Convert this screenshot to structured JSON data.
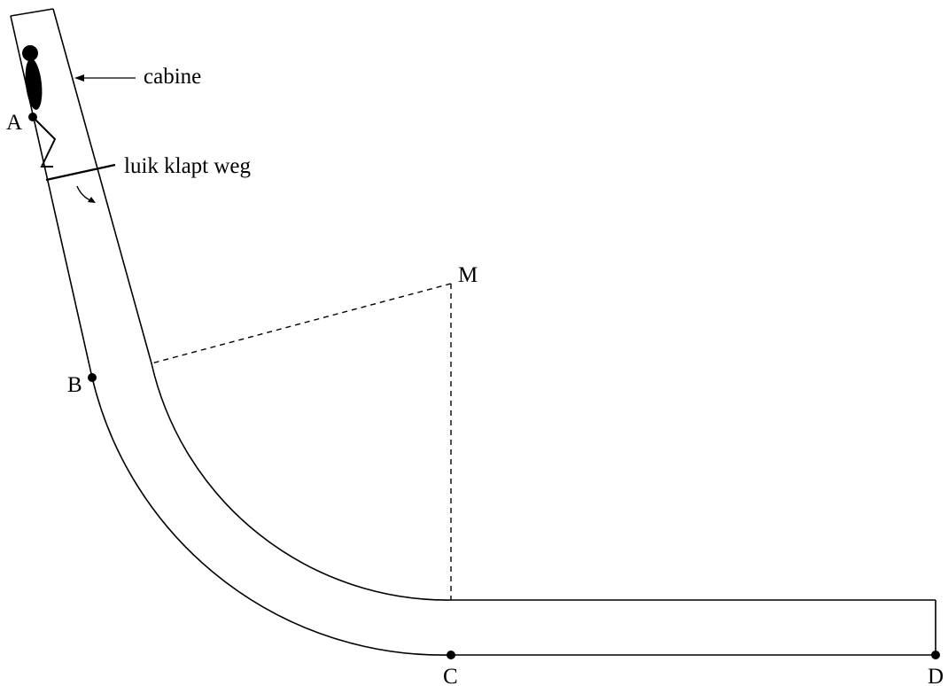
{
  "labels": {
    "cabine": "cabine",
    "trapdoor": "luik klapt weg",
    "point_a": "A",
    "point_b": "B",
    "point_c": "C",
    "point_d": "D",
    "point_m": "M"
  },
  "colors": {
    "stroke": "#000000",
    "background": "#ffffff"
  }
}
